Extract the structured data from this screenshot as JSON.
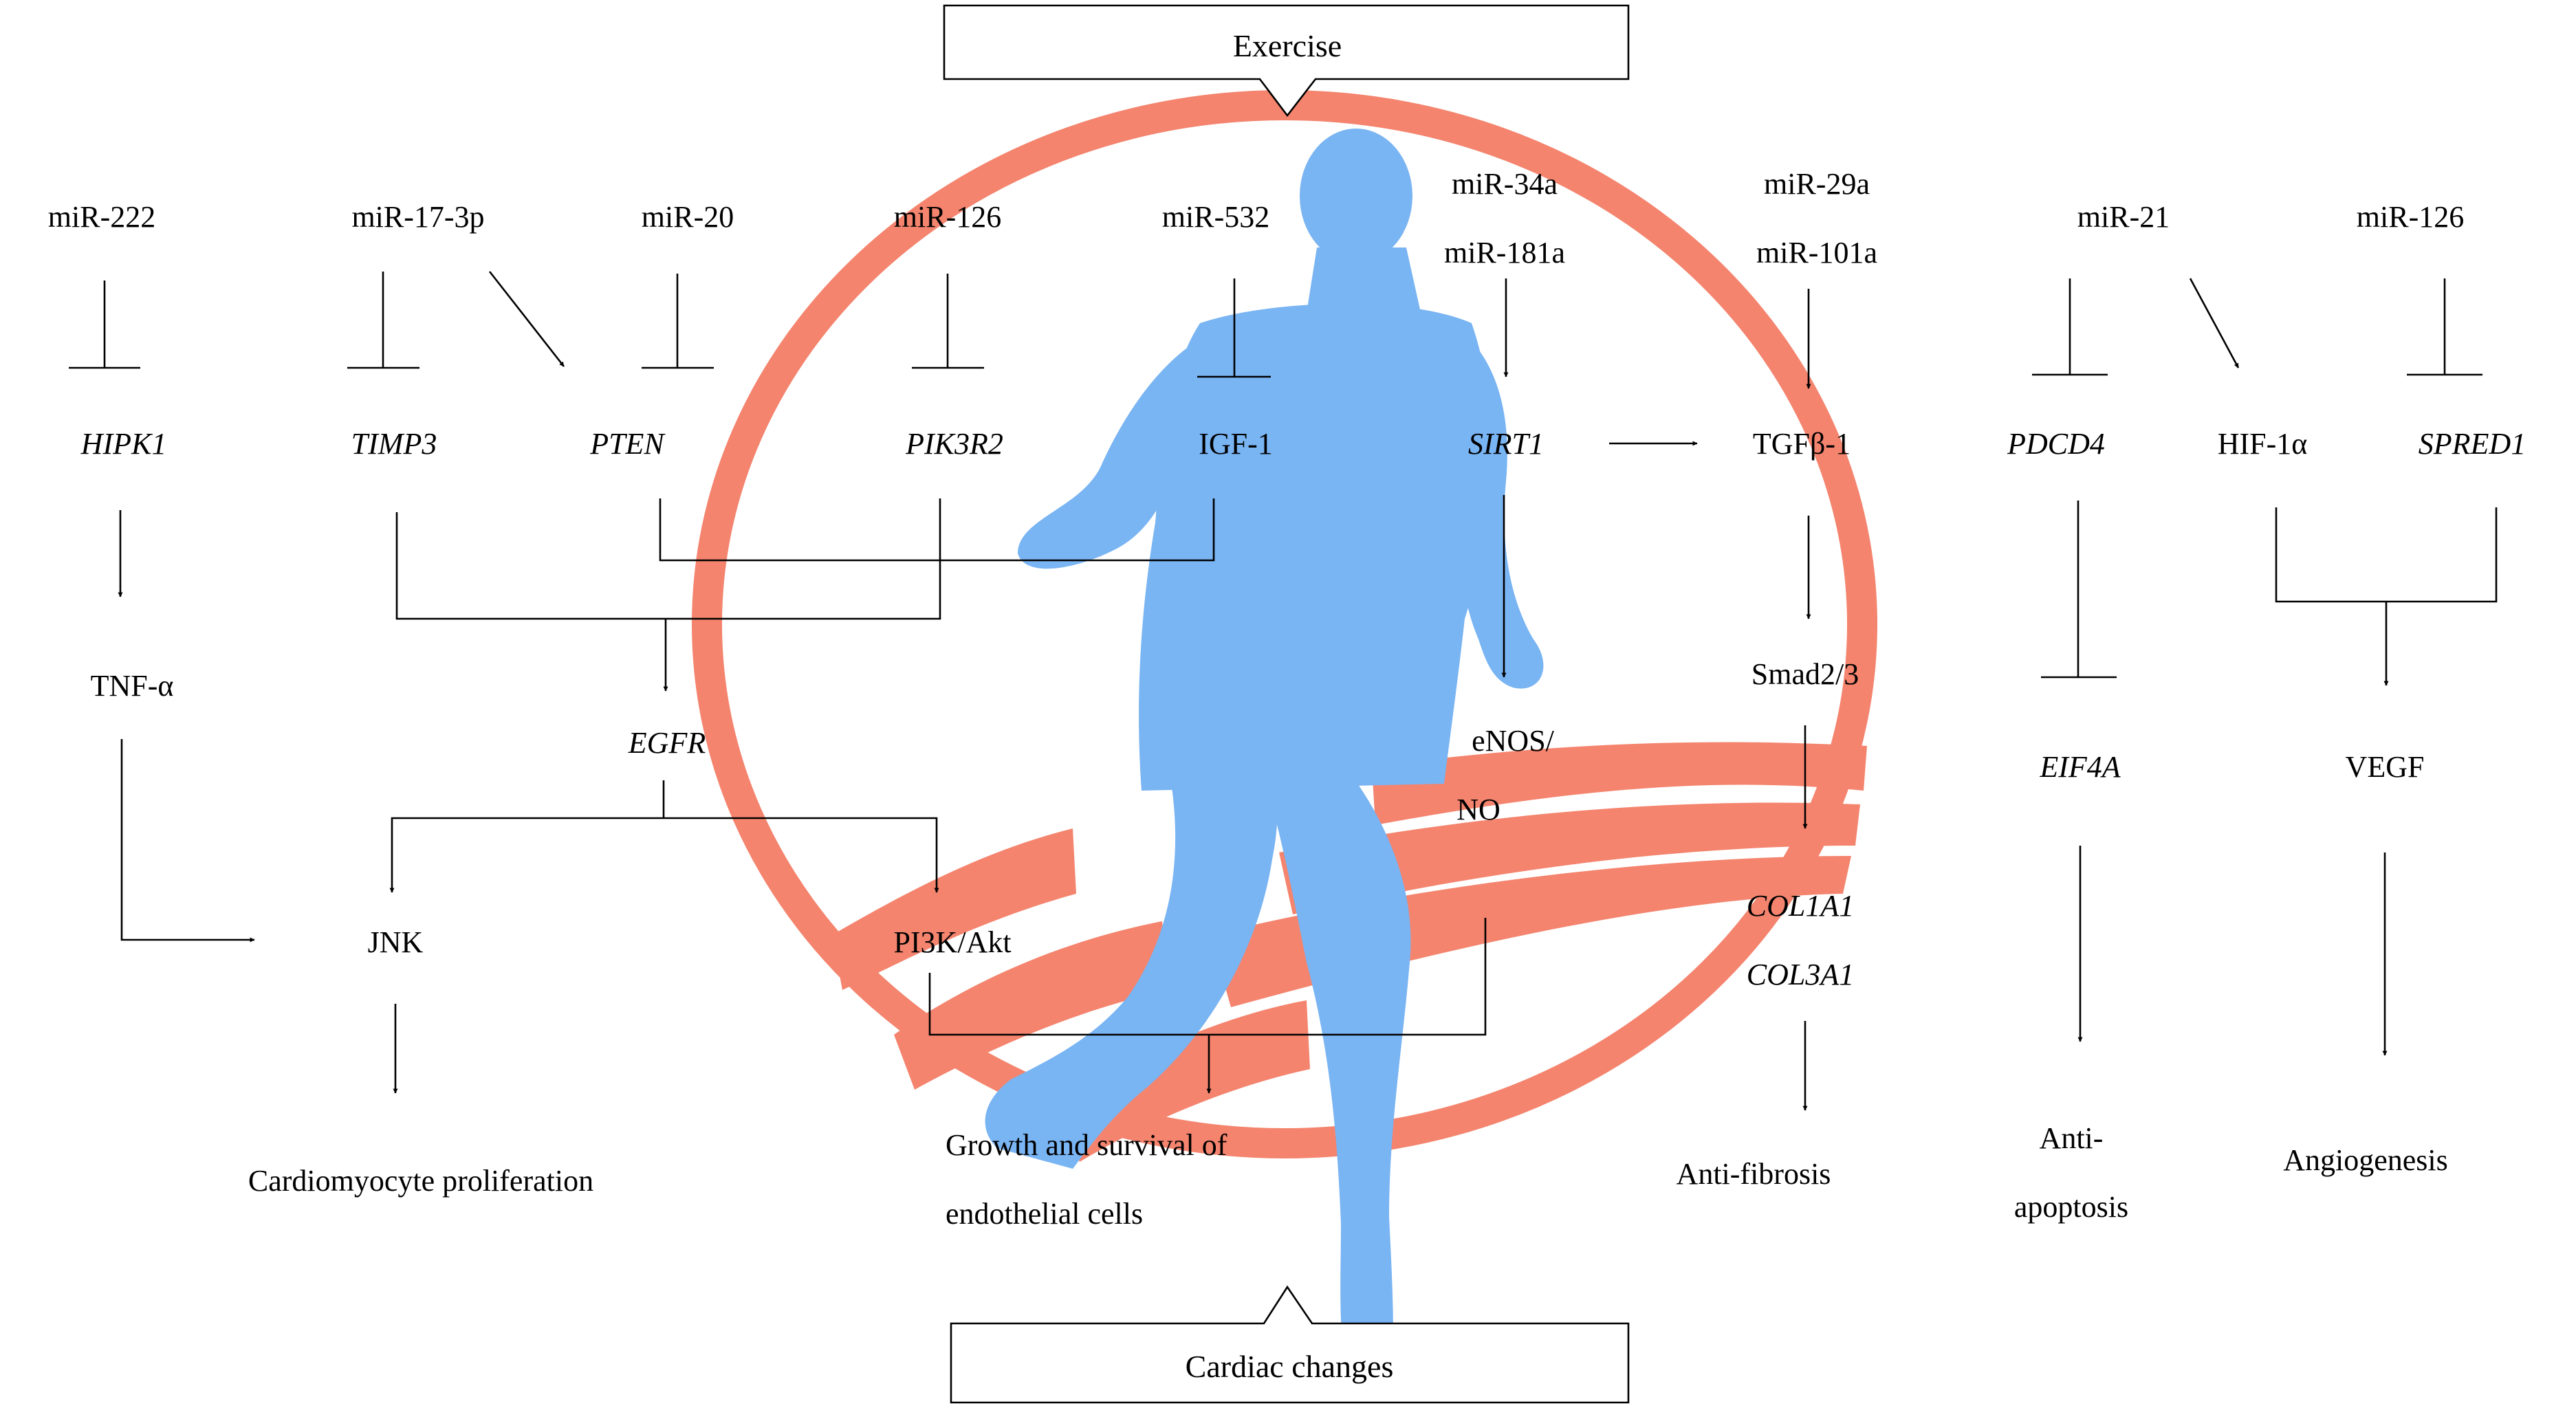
{
  "boxes": {
    "exercise": "Exercise",
    "cardiac_changes": "Cardiac changes"
  },
  "mirnas": {
    "mir222": "miR-222",
    "mir17": "miR-17-3p",
    "mir20": "miR-20",
    "mir126a": "miR-126",
    "mir532": "miR-532",
    "mir34a": "miR-34a",
    "mir181a": "miR-181a",
    "mir29a": "miR-29a",
    "mir101a": "miR-101a",
    "mir21": "miR-21",
    "mir126b": "miR-126"
  },
  "targets": {
    "hipk1": "HIPK1",
    "timp3": "TIMP3",
    "pten": "PTEN",
    "pik3r2": "PIK3R2",
    "igf1": "IGF-1",
    "sirt1": "SIRT1",
    "tgfb1": "TGFβ-1",
    "pdcd4": "PDCD4",
    "hif1a": "HIF-1α",
    "spred1": "SPRED1"
  },
  "mediators": {
    "tnfa": "TNF-α",
    "egfr": "EGFR",
    "enos": "eNOS/",
    "no": "NO",
    "smad": "Smad2/3",
    "eif4a": "EIF4A",
    "vegf": "VEGF",
    "jnk": "JNK",
    "pi3k": "PI3K/Akt",
    "col1a1": "COL1A1",
    "col3a1": "COL3A1"
  },
  "outcomes": {
    "cardio": "Cardiomyocyte proliferation",
    "growth1": "Growth and survival of",
    "growth2": "endothelial cells",
    "antifib": "Anti-fibrosis",
    "antiapop1": "Anti-",
    "antiapop2": "apoptosis",
    "angio": "Angiogenesis"
  },
  "colors": {
    "ring": "#f4846e",
    "figure": "#79b4f3",
    "line": "#000000"
  }
}
